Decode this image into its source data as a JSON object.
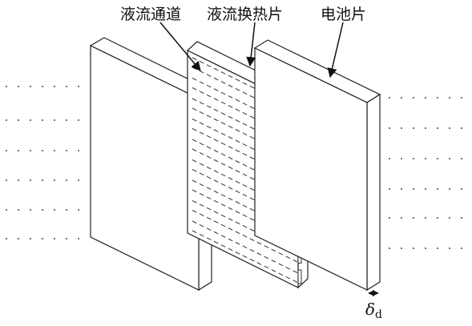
{
  "labels": {
    "channel": "液流通道",
    "plate": "液流换热片",
    "cell": "电池片"
  },
  "thickness": {
    "symbol": "δ",
    "subscript": "d"
  }
}
